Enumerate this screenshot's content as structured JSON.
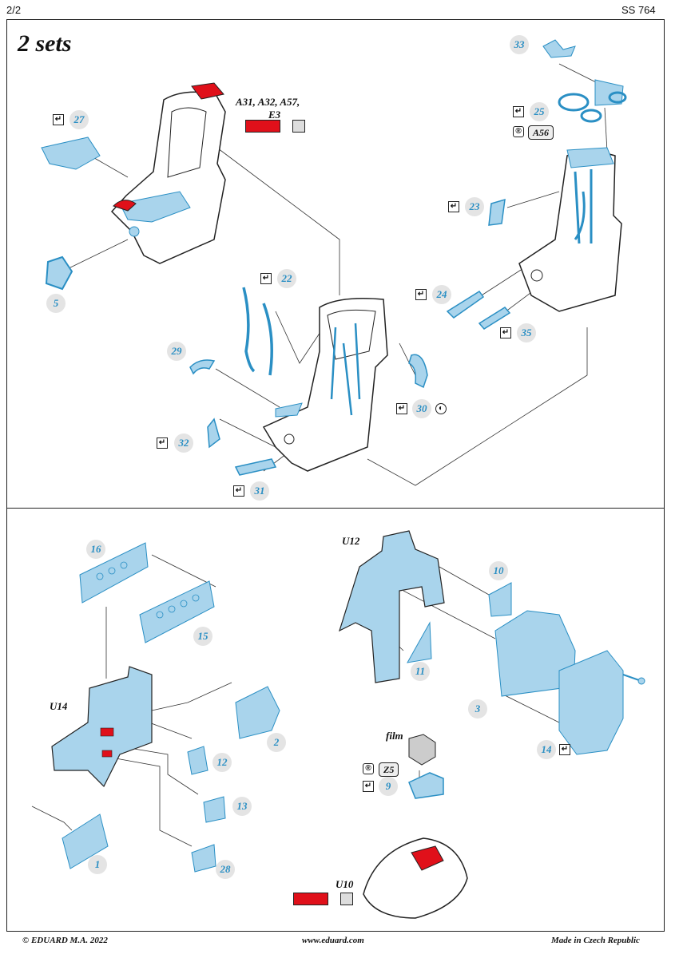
{
  "header": {
    "page": "2/2",
    "code": "SS 764"
  },
  "title": "2 sets",
  "upper": {
    "seat_ref": "A31, A32, A57,",
    "seat_ref2": "E3",
    "tag_a56": "A56"
  },
  "parts": {
    "p33": "33",
    "p25": "25",
    "p27": "27",
    "p23": "23",
    "p5": "5",
    "p22": "22",
    "p24": "24",
    "p35": "35",
    "p29": "29",
    "p30": "30",
    "p32": "32",
    "p31": "31",
    "p16": "16",
    "p15": "15",
    "p10": "10",
    "p11": "11",
    "p3": "3",
    "p14": "14",
    "p2": "2",
    "p12": "12",
    "p13": "13",
    "p1": "1",
    "p28": "28",
    "p9": "9"
  },
  "lower": {
    "u12": "U12",
    "u14": "U14",
    "u10": "U10",
    "film": "film",
    "tag_z5": "Z5"
  },
  "footer": {
    "left": "© EDUARD  M.A. 2022",
    "center": "www.eduard.com",
    "right": "Made in Czech Republic"
  },
  "colors": {
    "pe_blue": "#a9d4ec",
    "line_blue": "#2a8fc4",
    "red": "#e0101a",
    "bubble": "#e4e4e4"
  }
}
